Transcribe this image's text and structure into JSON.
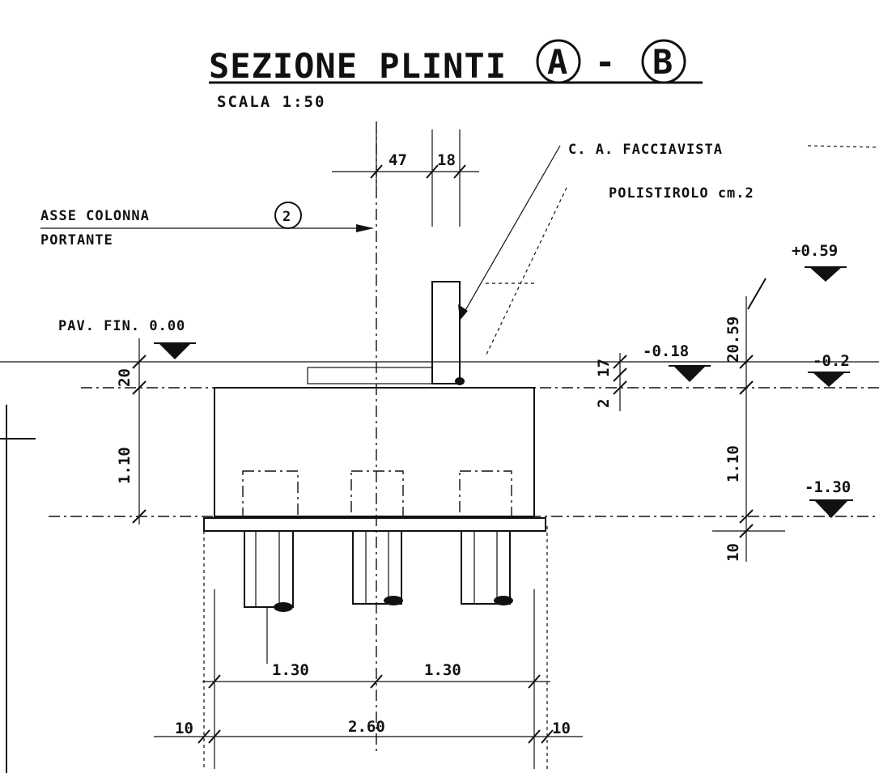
{
  "title": {
    "main": "SEZIONE PLINTI",
    "circle_a": "A",
    "dash": "-",
    "circle_b": "B"
  },
  "scale": "SCALA 1:50",
  "labels": {
    "ca": "C. A. FACCIAVISTA",
    "polistirolo": "POLISTIROLO cm.2",
    "asse_line1": "ASSE COLONNA",
    "asse_circle": "2",
    "asse_line2": "PORTANTE",
    "pav_fin": "PAV. FIN. 0.00"
  },
  "dimensions": {
    "d47": "47",
    "d18": "18",
    "d20_left": "20",
    "d110_left": "1.10",
    "d17": "17",
    "d2": "2",
    "d2059": "20.59",
    "d110_right": "1.10",
    "d10_right": "10",
    "d130_a": "1.30",
    "d130_b": "1.30",
    "d260": "2.60",
    "d10_a": "10",
    "d10_b": "10"
  },
  "levels": {
    "plus059": "+0.59",
    "minus018": "-0.18",
    "minus02": "-0.2",
    "minus130": "-1.30"
  }
}
